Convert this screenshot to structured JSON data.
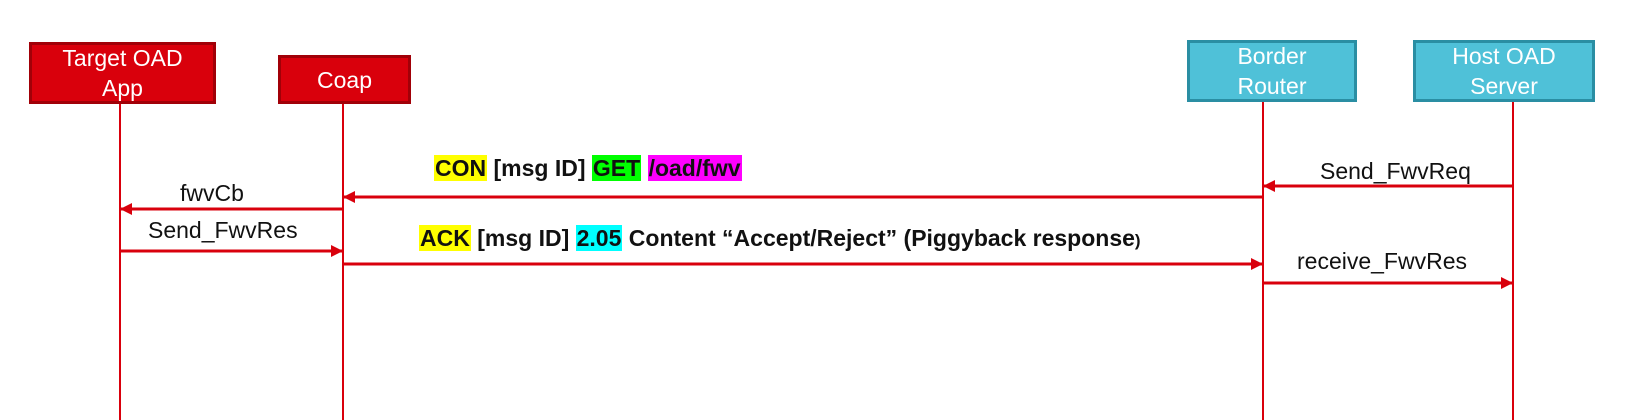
{
  "participants": {
    "target": {
      "label": "Target OAD\nApp",
      "fill": "#d9000c"
    },
    "coap": {
      "label": "Coap",
      "fill": "#d9000c"
    },
    "router": {
      "label": "Border\nRouter",
      "fill": "#4fc1d8"
    },
    "host": {
      "label": "Host OAD\nServer",
      "fill": "#4fc1d8"
    }
  },
  "messages": {
    "send_fwvreq": "Send_FwvReq",
    "con_request": {
      "con": "CON",
      "msg_id_1": " [msg ID] ",
      "get": "GET",
      "path": "/oad/fwv"
    },
    "fwvcb": "fwvCb",
    "send_fwvres": "Send_FwvRes",
    "ack_response": {
      "ack": "ACK",
      "msg_id_2": " [msg ID] ",
      "code": "2.05",
      "content": " Content “Accept/Reject” (Piggyback response",
      "close": ")"
    },
    "receive_fwvres": "receive_FwvRes"
  },
  "colors": {
    "arrow": "#d9000c",
    "lifeline": "#d9000c",
    "highlight_yellow": "#ffff00",
    "highlight_green": "#00ff00",
    "highlight_magenta": "#ff00ff",
    "highlight_cyan": "#00ffff"
  }
}
